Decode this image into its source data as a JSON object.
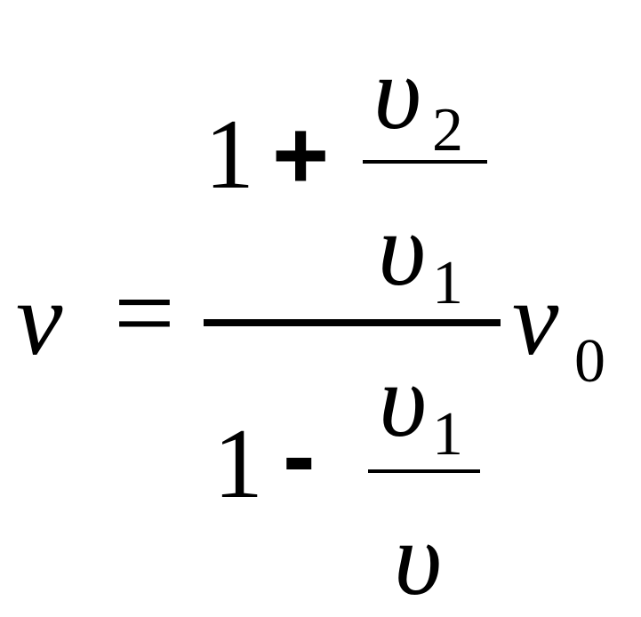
{
  "equation": {
    "lhs_symbol": "ν",
    "equals_sign": "=",
    "numerator": {
      "one": "1",
      "operator": "+",
      "frac_num_symbol": "υ",
      "frac_num_subscript": "2",
      "frac_den_symbol": "υ",
      "frac_den_subscript": "1"
    },
    "denominator": {
      "one": "1",
      "operator": "-",
      "frac_num_symbol": "υ",
      "frac_num_subscript": "1",
      "frac_den_symbol": "υ"
    },
    "rhs_symbol": "ν",
    "rhs_subscript": "0"
  }
}
